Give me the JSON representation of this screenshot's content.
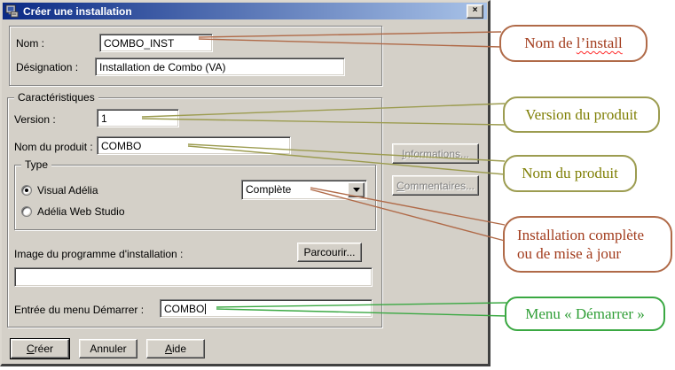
{
  "window": {
    "title": "Créer une installation",
    "close_glyph": "×"
  },
  "identification": {
    "nom_label": "Nom :",
    "nom_value": "COMBO_INST",
    "designation_label": "Désignation :",
    "designation_value": "Installation de Combo (VA)"
  },
  "caracteristiques": {
    "title": "Caractéristiques",
    "version_label": "Version :",
    "version_value": "1",
    "produit_label": "Nom du produit :",
    "produit_value": "COMBO",
    "type": {
      "title": "Type",
      "options": [
        "Visual Adélia",
        "Adélia Web Studio"
      ],
      "selected_option": "Visual Adélia",
      "mode_dropdown_value": "Complète"
    },
    "image_label": "Image du programme d'installation :",
    "image_value": "",
    "parcourir_button": "Parcourir...",
    "menu_label": "Entrée du menu Démarrer :",
    "menu_value": "COMBO"
  },
  "side_buttons": {
    "informations_accel": "I",
    "informations_rest": "nformations...",
    "commentaires_accel": "C",
    "commentaires_rest": "ommentaires..."
  },
  "action_buttons": {
    "creer_accel": "C",
    "creer_rest": "réer",
    "annuler": "Annuler",
    "aide_accel": "A",
    "aide_rest": "ide"
  },
  "annotations": {
    "nom_install": {
      "prefix": "Nom de ",
      "underlined": "l’install"
    },
    "version_produit": {
      "text": "Version du produit"
    },
    "nom_produit": {
      "text": "Nom du produit"
    },
    "installation_type": {
      "line1": "Installation  complète",
      "line2": "ou de mise à jour"
    },
    "menu_demarrer": {
      "text": "Menu « Démarrer »"
    }
  },
  "colors": {
    "dialog_bg": "#d4d0c8",
    "titlebar_left": "#0a2a85",
    "titlebar_right": "#a9c3e8",
    "annotation_rust_text": "#a23c1d",
    "annotation_rust_border": "#b06a48",
    "annotation_olive_text": "#7f7f05",
    "annotation_olive_border": "#9c9c50",
    "annotation_green_text": "#2f9e36",
    "annotation_green_border": "#3aa842",
    "spellcheck_underline": "#ff2a2a"
  }
}
